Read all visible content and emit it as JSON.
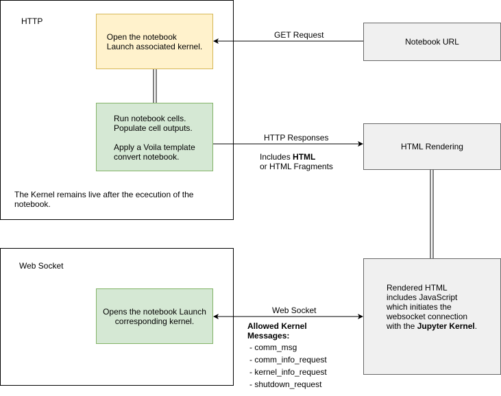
{
  "http_section": {
    "title": "HTTP",
    "open_box": {
      "line1": "Open the notebook",
      "line2": "Launch associated kernel."
    },
    "run_box": {
      "line1": "Run notebook cells.",
      "line2": "Populate cell outputs.",
      "line3": "Apply a Voila template",
      "line4": "convert notebook."
    },
    "kernel_note": {
      "line1": "The Kernel remains live after the ececution of the",
      "line2": "notebook."
    }
  },
  "notebook_url": {
    "label": "Notebook URL"
  },
  "get_request": {
    "label": "GET Request"
  },
  "http_responses": {
    "label": "HTTP Responses",
    "includes_prefix": "Includes ",
    "includes_bold": "HTML",
    "line2": "or HTML Fragments"
  },
  "html_rendering": {
    "label": "HTML Rendering"
  },
  "websocket_section": {
    "title": "Web Socket",
    "opens_box": {
      "line1": "Opens the notebook Launch",
      "line2": "corresponding kernel."
    }
  },
  "websocket_link": {
    "label": "Web Socket",
    "allowed_title_line1": "Allowed Kernel",
    "allowed_title_line2": "Messages:",
    "messages": [
      "- comm_msg",
      "- comm_info_request",
      "- kernel_info_request",
      "- shutdown_request"
    ]
  },
  "rendered_html": {
    "line1": "Rendered HTML",
    "line2": "includes JavaScript",
    "line3": "which initiates the",
    "line4": "websocket connection",
    "line5_prefix": "with the ",
    "line5_bold": "Jupyter Kernel",
    "line5_suffix": "."
  },
  "colors": {
    "yellow_fill": "#fff2cc",
    "yellow_stroke": "#d6b656",
    "green_fill": "#d5e8d4",
    "green_stroke": "#82b366",
    "gray_fill": "#f0f0f0",
    "gray_stroke": "#666666"
  }
}
